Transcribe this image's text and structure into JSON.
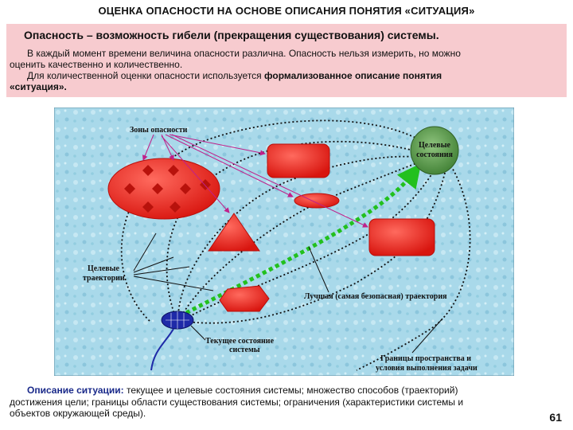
{
  "title": "ОЦЕНКА ОПАСНОСТИ НА ОСНОВЕ ОПИСАНИЯ ПОНЯТИЯ «СИТУАЦИЯ»",
  "intro": {
    "definition": "Опасность – возможность гибели (прекращения существования) системы.",
    "line1": "В каждый момент времени величина опасности различна. Опасность нельзя измерить, но можно",
    "line2": "оценить качественно и количественно.",
    "line3_plain": "Для количественной оценки опасности  используется ",
    "line3_bold": "формализованное описание понятия",
    "line4_bold": "«ситуация»."
  },
  "diagram": {
    "labels": {
      "danger_zones": "Зоны опасности",
      "target_states_1": "Целевые",
      "target_states_2": "состояния",
      "target_traj_1": "Целевые",
      "target_traj_2": "траектории",
      "best_traj": "Лучшая (самая безопасная) траектория",
      "current_1": "Текущее состояние",
      "current_2": "системы",
      "bounds_1": "Границы пространства и",
      "bounds_2": "условия выполнения задачи"
    },
    "colors": {
      "background": "#a8d8e8",
      "danger": "#e82a22",
      "target_fill": "#4a8f3c",
      "best_path": "#22c01e",
      "arrows": "#c0208a",
      "current": "#1e2aa8"
    }
  },
  "caption": {
    "lead": "Описание ситуации:",
    "text": "  текущее и целевые состояния системы;  множество способов  (траекторий)",
    "line2": "достижения цели;  границы области существования системы;  ограничения (характеристики системы и",
    "line3": "объектов окружающей среды)."
  },
  "page_number": "61"
}
